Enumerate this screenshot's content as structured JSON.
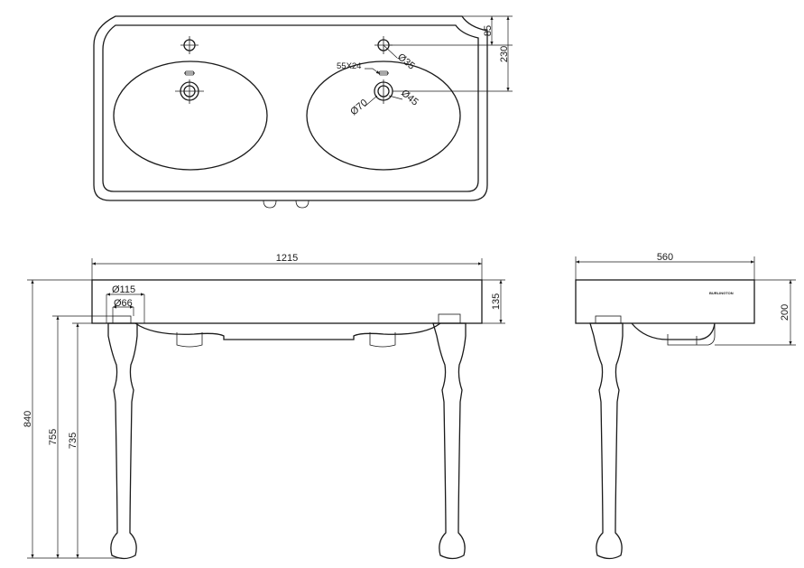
{
  "dimensions": {
    "top_view": {
      "d85": "85",
      "d230": "230",
      "d55x24": "55X24",
      "d35": "Ø35",
      "d70": "Ø70",
      "d45": "Ø45"
    },
    "front_view": {
      "width": "1215",
      "d115": "Ø115",
      "d66": "Ø66",
      "d135": "135",
      "h840": "840",
      "h755": "755",
      "h735": "735"
    },
    "side_view": {
      "depth": "560",
      "h200": "200",
      "logo_text": "BURLINGTON"
    }
  }
}
